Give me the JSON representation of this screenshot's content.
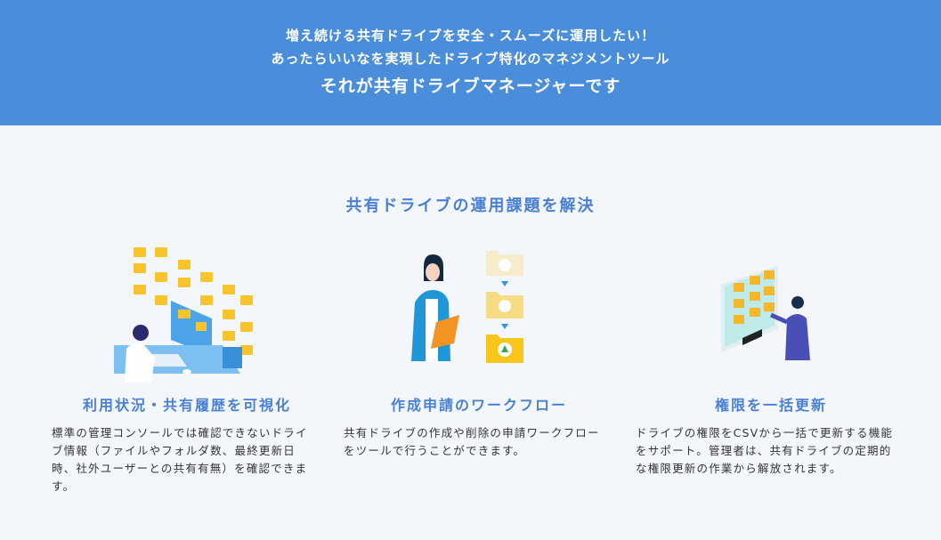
{
  "hero": {
    "line1": "増え続ける共有ドライブを安全・スムーズに運用したい！",
    "line2": "あったらいいなを実現したドライブ特化のマネジメントツール",
    "line3": "それが共有ドライブマネージャーです",
    "background_color": "#4a8ddb"
  },
  "section": {
    "title": "共有ドライブの運用課題を解決",
    "title_color": "#4a7fd6",
    "background_color": "#f3f7fc"
  },
  "features": [
    {
      "illustration": "person-at-computer-with-folders-illustration",
      "title": "利用状況・共有履歴を可視化",
      "description": "標準の管理コンソールでは確認できないドライブ情報（ファイルやフォルダ数、最終更新日時、社外ユーザーとの共有有無）を確認できます。"
    },
    {
      "illustration": "workflow-approval-folders-illustration",
      "title": "作成申請のワークフロー",
      "description": "共有ドライブの作成や削除の申請ワークフローをツールで行うことができます。"
    },
    {
      "illustration": "bulk-permission-update-illustration",
      "title": "権限を一括更新",
      "description": "ドライブの権限をCSVから一括で更新する機能をサポート。管理者は、共有ドライブの定期的な権限更新の作業から解放されます。"
    }
  ]
}
